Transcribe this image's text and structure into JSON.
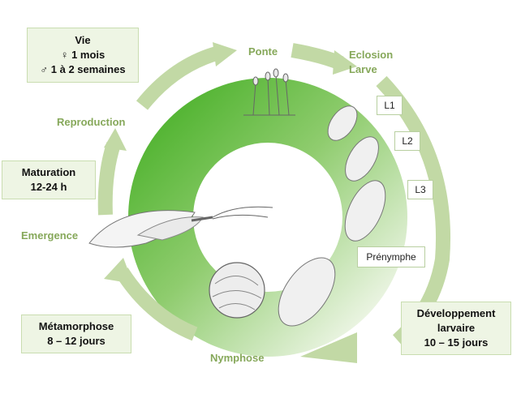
{
  "boxes": {
    "vie": {
      "title": "Vie",
      "female": "♀ 1 mois",
      "male": "♂ 1 à 2 semaines"
    },
    "maturation": {
      "title": "Maturation",
      "duration": "12-24 h"
    },
    "metamorphose": {
      "title": "Métamorphose",
      "duration": "8 – 12 jours"
    },
    "developpement": {
      "line1": "Développement",
      "line2": "larvaire",
      "duration": "10 – 15 jours"
    }
  },
  "stages": {
    "ponte": "Ponte",
    "eclosion": "Eclosion",
    "larve": "Larve",
    "reproduction": "Reproduction",
    "emergence": "Emergence",
    "nymphose": "Nymphose"
  },
  "instars": {
    "l1": "L1",
    "l2": "L2",
    "l3": "L3",
    "prenymphe": "Prénymphe"
  },
  "colors": {
    "ring_dark": "#5cb83a",
    "ring_light": "#eef6e6",
    "arrow": "#c2d9a5",
    "label_green": "#86a85a",
    "box_fill": "#eef5e4"
  }
}
